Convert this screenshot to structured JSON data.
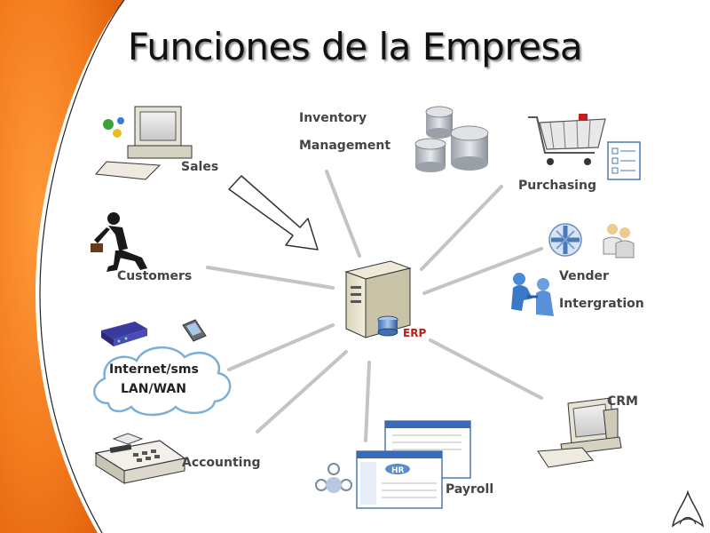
{
  "title": "Funciones de la Empresa",
  "hub": {
    "label": "ERP",
    "icon": "server-database-icon"
  },
  "nodes": [
    {
      "id": "sales",
      "label": "Sales",
      "icon": "computer-icon"
    },
    {
      "id": "inventory",
      "label_line1": "Inventory",
      "label_line2": "Management",
      "icon": "database-icon"
    },
    {
      "id": "purchasing",
      "label": "Purchasing",
      "icon": "shopping-cart-icon"
    },
    {
      "id": "customers",
      "label": "Customers",
      "icon": "running-businessman-icon"
    },
    {
      "id": "vender",
      "label_line1": "Vender",
      "label_line2": "Intergration",
      "icon": "handshake-icon"
    },
    {
      "id": "internet",
      "label_line1": "Internet/sms",
      "label_line2": "LAN/WAN",
      "icon": "cloud-icon"
    },
    {
      "id": "crm",
      "label": "CRM",
      "icon": "computer-icon"
    },
    {
      "id": "accounting",
      "label": "Accounting",
      "icon": "calculator-icon"
    },
    {
      "id": "payroll",
      "label": "Payroll",
      "icon": "window-screens-icon"
    }
  ],
  "colors": {
    "accent_orange": "#f27a1c",
    "connector_gray": "#c4c4c4",
    "erp_label": "#b0201c"
  }
}
